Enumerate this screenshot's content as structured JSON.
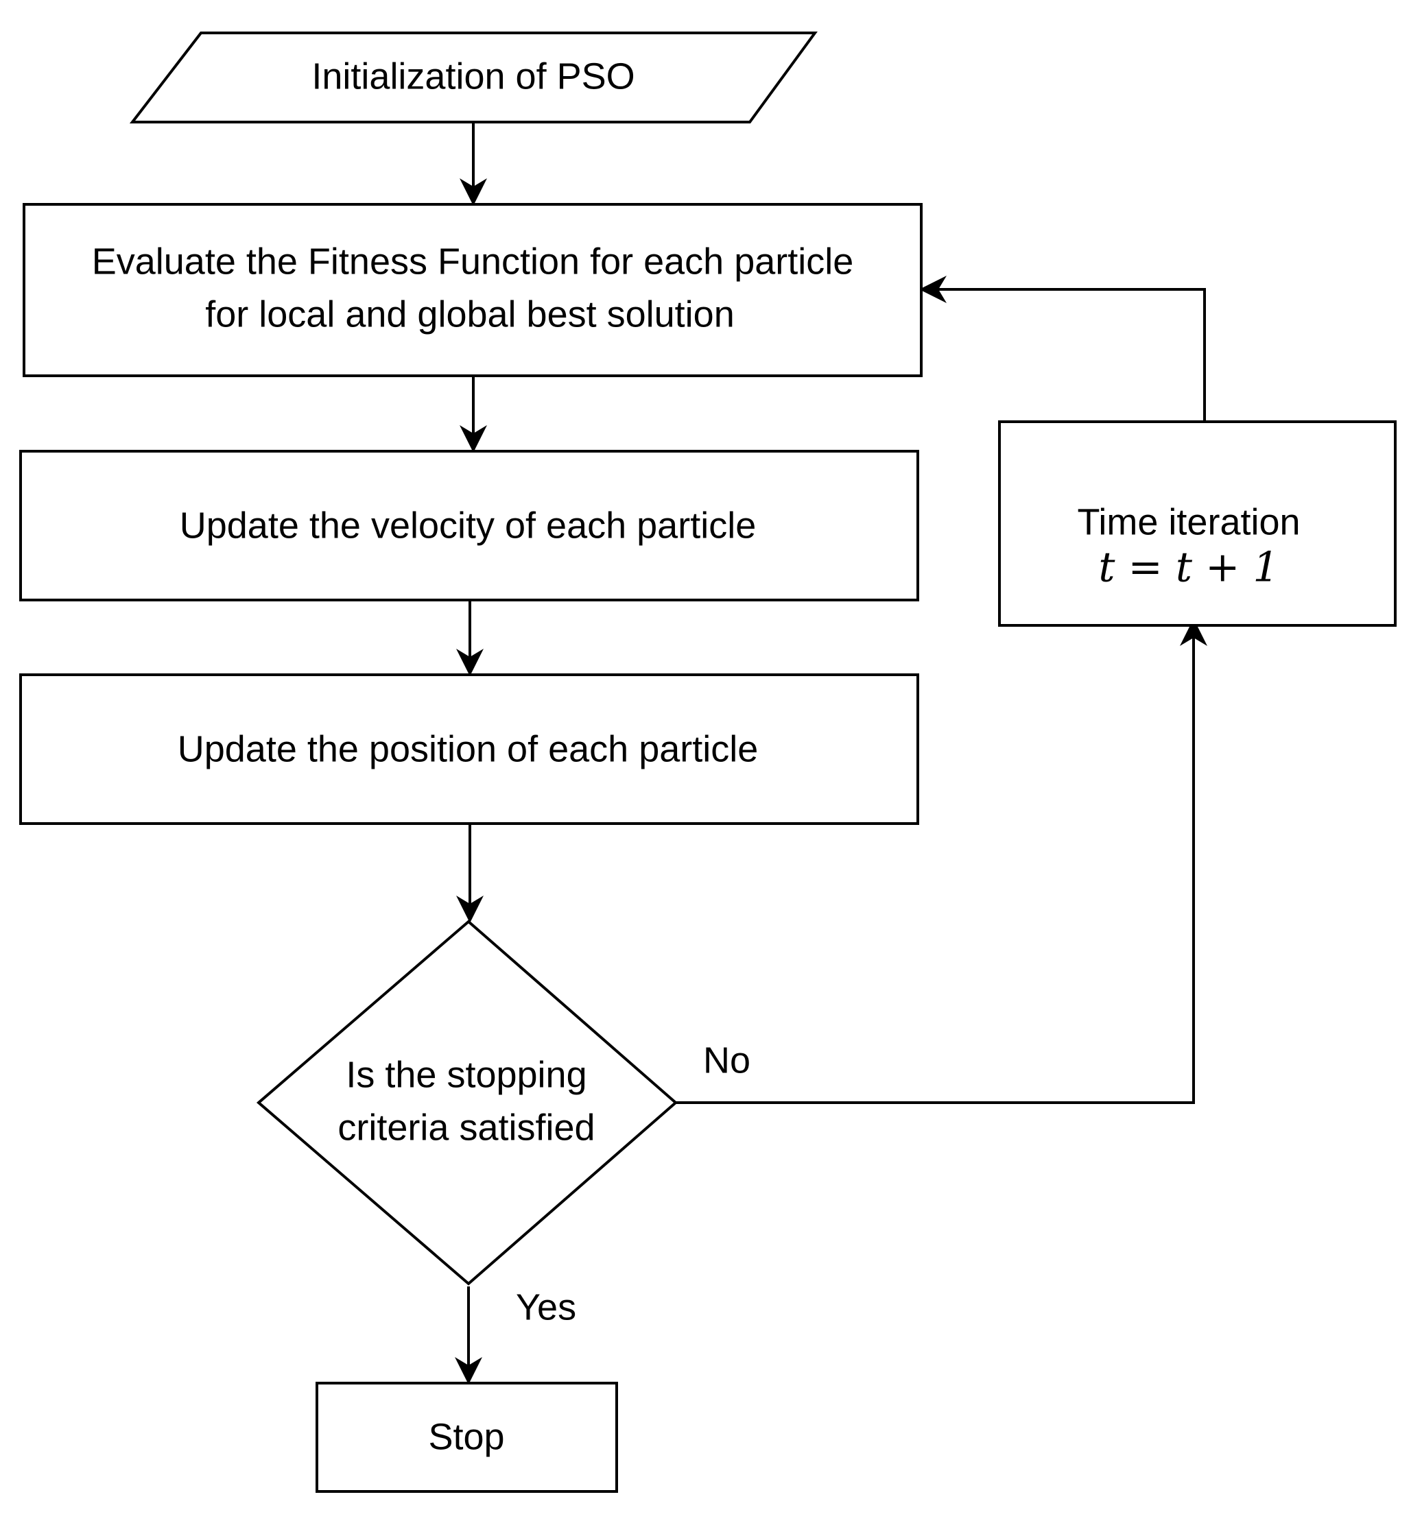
{
  "flowchart": {
    "start": {
      "label": "Initialization of PSO"
    },
    "evaluate": {
      "line1": "Evaluate the Fitness Function for each particle",
      "line2": "for local and global best solution"
    },
    "velocity": {
      "label": "Update the velocity of each particle"
    },
    "position": {
      "label": "Update the position of each particle"
    },
    "decision": {
      "line1": "Is the stopping",
      "line2": "criteria satisfied"
    },
    "iteration": {
      "line1": "Time iteration",
      "formula": "t = t + 1"
    },
    "stop": {
      "label": "Stop"
    },
    "edges": {
      "no_label": "No",
      "yes_label": "Yes"
    }
  },
  "colors": {
    "stroke": "#000000",
    "fill": "#ffffff",
    "text": "#000000"
  }
}
